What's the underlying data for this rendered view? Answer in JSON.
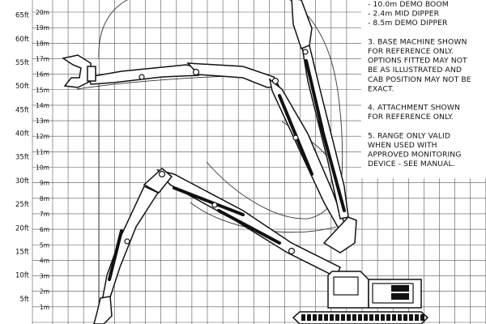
{
  "axis": {
    "feet_labels": [
      "65ft",
      "60ft",
      "55ft",
      "50ft",
      "45ft",
      "40ft",
      "35ft",
      "30ft",
      "25ft",
      "20ft",
      "15ft",
      "10ft",
      "5ft"
    ],
    "metre_labels": [
      "20m",
      "19m",
      "18m",
      "17m",
      "16m",
      "15m",
      "14m",
      "13m",
      "12m",
      "11m",
      "10m",
      "9m",
      "8m",
      "7m",
      "6m",
      "5m",
      "4m",
      "3m",
      "2m",
      "1m"
    ]
  },
  "notes": {
    "lines": [
      "- 10.0m DEMO BOOM",
      "- 2.4m MID DIPPER",
      "- 8.5m DEMO DIPPER",
      "",
      "3. BASE MACHINE SHOWN",
      "FOR REFERENCE ONLY.",
      "OPTIONS FITTED MAY NOT",
      "BE AS ILLUSTRATED AND",
      "CAB POSITION MAY NOT BE",
      "EXACT.",
      "",
      "4. ATTACHMENT SHOWN",
      "FOR REFERENCE ONLY.",
      "",
      "5. RANGE ONLY VALID",
      "WHEN USED WITH",
      "APPROVED MONITORING",
      "DEVICE - SEE MANUAL."
    ]
  },
  "colors": {
    "ink": "#111111",
    "grid": "#555555",
    "background": "#ffffff"
  }
}
